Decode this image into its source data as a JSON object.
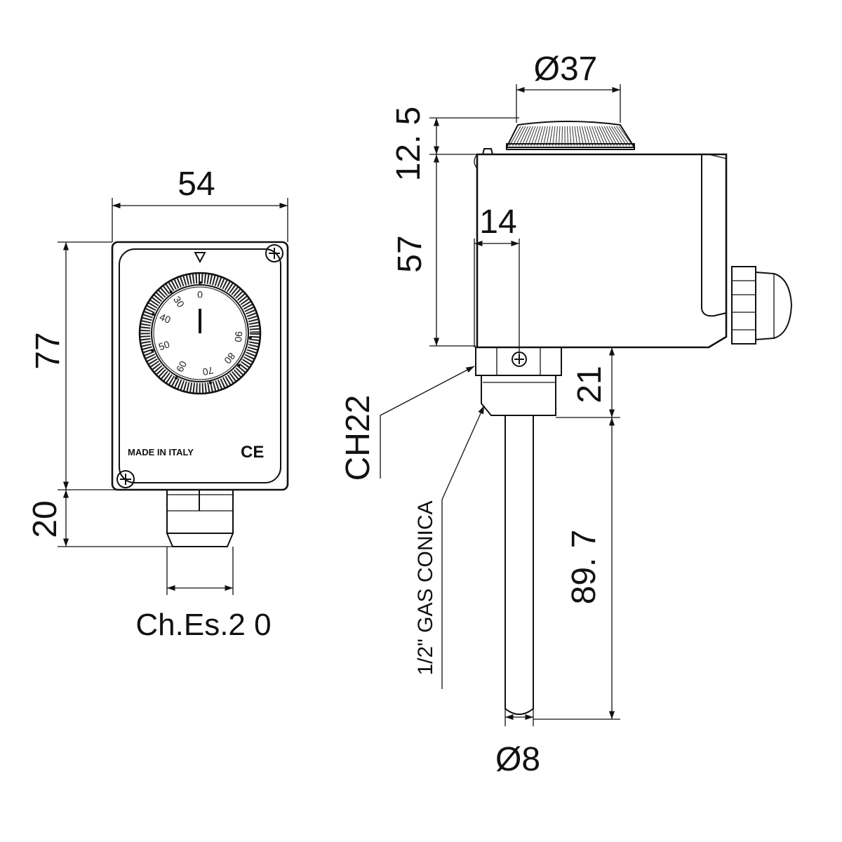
{
  "front_view": {
    "width_label": "54",
    "height_label": "77",
    "gland_height_label": "20",
    "gland_label": "Ch.Es.2 0",
    "made_in": "MADE IN ITALY",
    "ce_mark": "CE",
    "dial_scale": [
      "0",
      "30",
      "40",
      "50",
      "60",
      "70",
      "80",
      "90"
    ]
  },
  "side_view": {
    "knob_diameter_label": "Ø37",
    "knob_height_label": "12. 5",
    "body_height_label": "57",
    "offset_label": "14",
    "fitting_height_label": "21",
    "probe_length_label": "89. 7",
    "probe_diameter_label": "Ø8",
    "hex_label": "CH22",
    "thread_label": "1/2\" GAS CONICA"
  }
}
